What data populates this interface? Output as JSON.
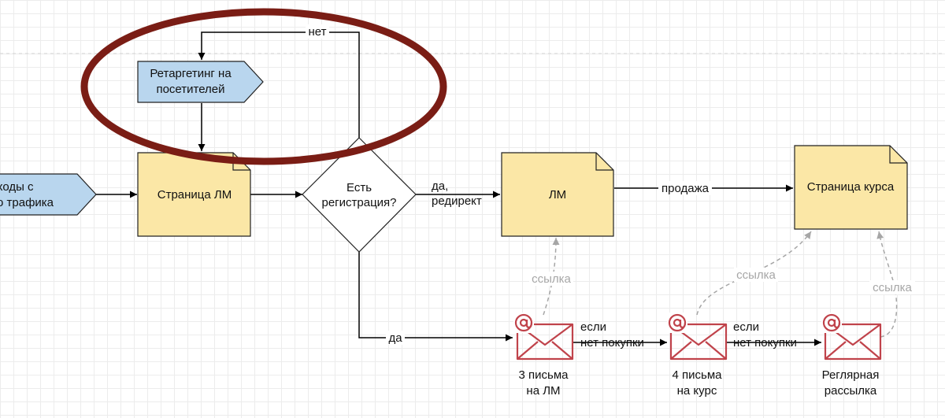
{
  "nodes": {
    "traffic_source": {
      "line1": "ходы с",
      "line2": "о трафика"
    },
    "retargeting": {
      "line1": "Ретаргетинг на",
      "line2": "посетителей"
    },
    "landing_page": {
      "label": "Страница ЛМ"
    },
    "registration_check": {
      "line1": "Есть",
      "line2": "регистрация?"
    },
    "lead_magnet": {
      "label": "ЛМ"
    },
    "course_page": {
      "label": "Страница курса"
    },
    "emails_lm": {
      "line1": "3 письма",
      "line2": "на ЛМ"
    },
    "emails_course": {
      "line1": "4 письма",
      "line2": "на курс"
    },
    "regular_mailing": {
      "line1": "Реглярная",
      "line2": "рассылка"
    }
  },
  "edges": {
    "no": "нет",
    "yes_redirect_line1": "да,",
    "yes_redirect_line2": "редирект",
    "yes": "да",
    "sale": "продажа",
    "no_purchase_1_line1": "если",
    "no_purchase_1_line2": "нет покупки",
    "no_purchase_2_line1": "если",
    "no_purchase_2_line2": "нет покупки",
    "link_1": "ссылка",
    "link_2": "ссылка",
    "link_3": "ссылка"
  },
  "colors": {
    "blue_node": "#b9d6ee",
    "yellow_node": "#fbe7a6",
    "email_icon": "#c0434b",
    "highlight_ellipse": "#7a1d15",
    "link_line": "#a6a6a6"
  },
  "icons": {
    "email": "envelope-at-icon"
  }
}
